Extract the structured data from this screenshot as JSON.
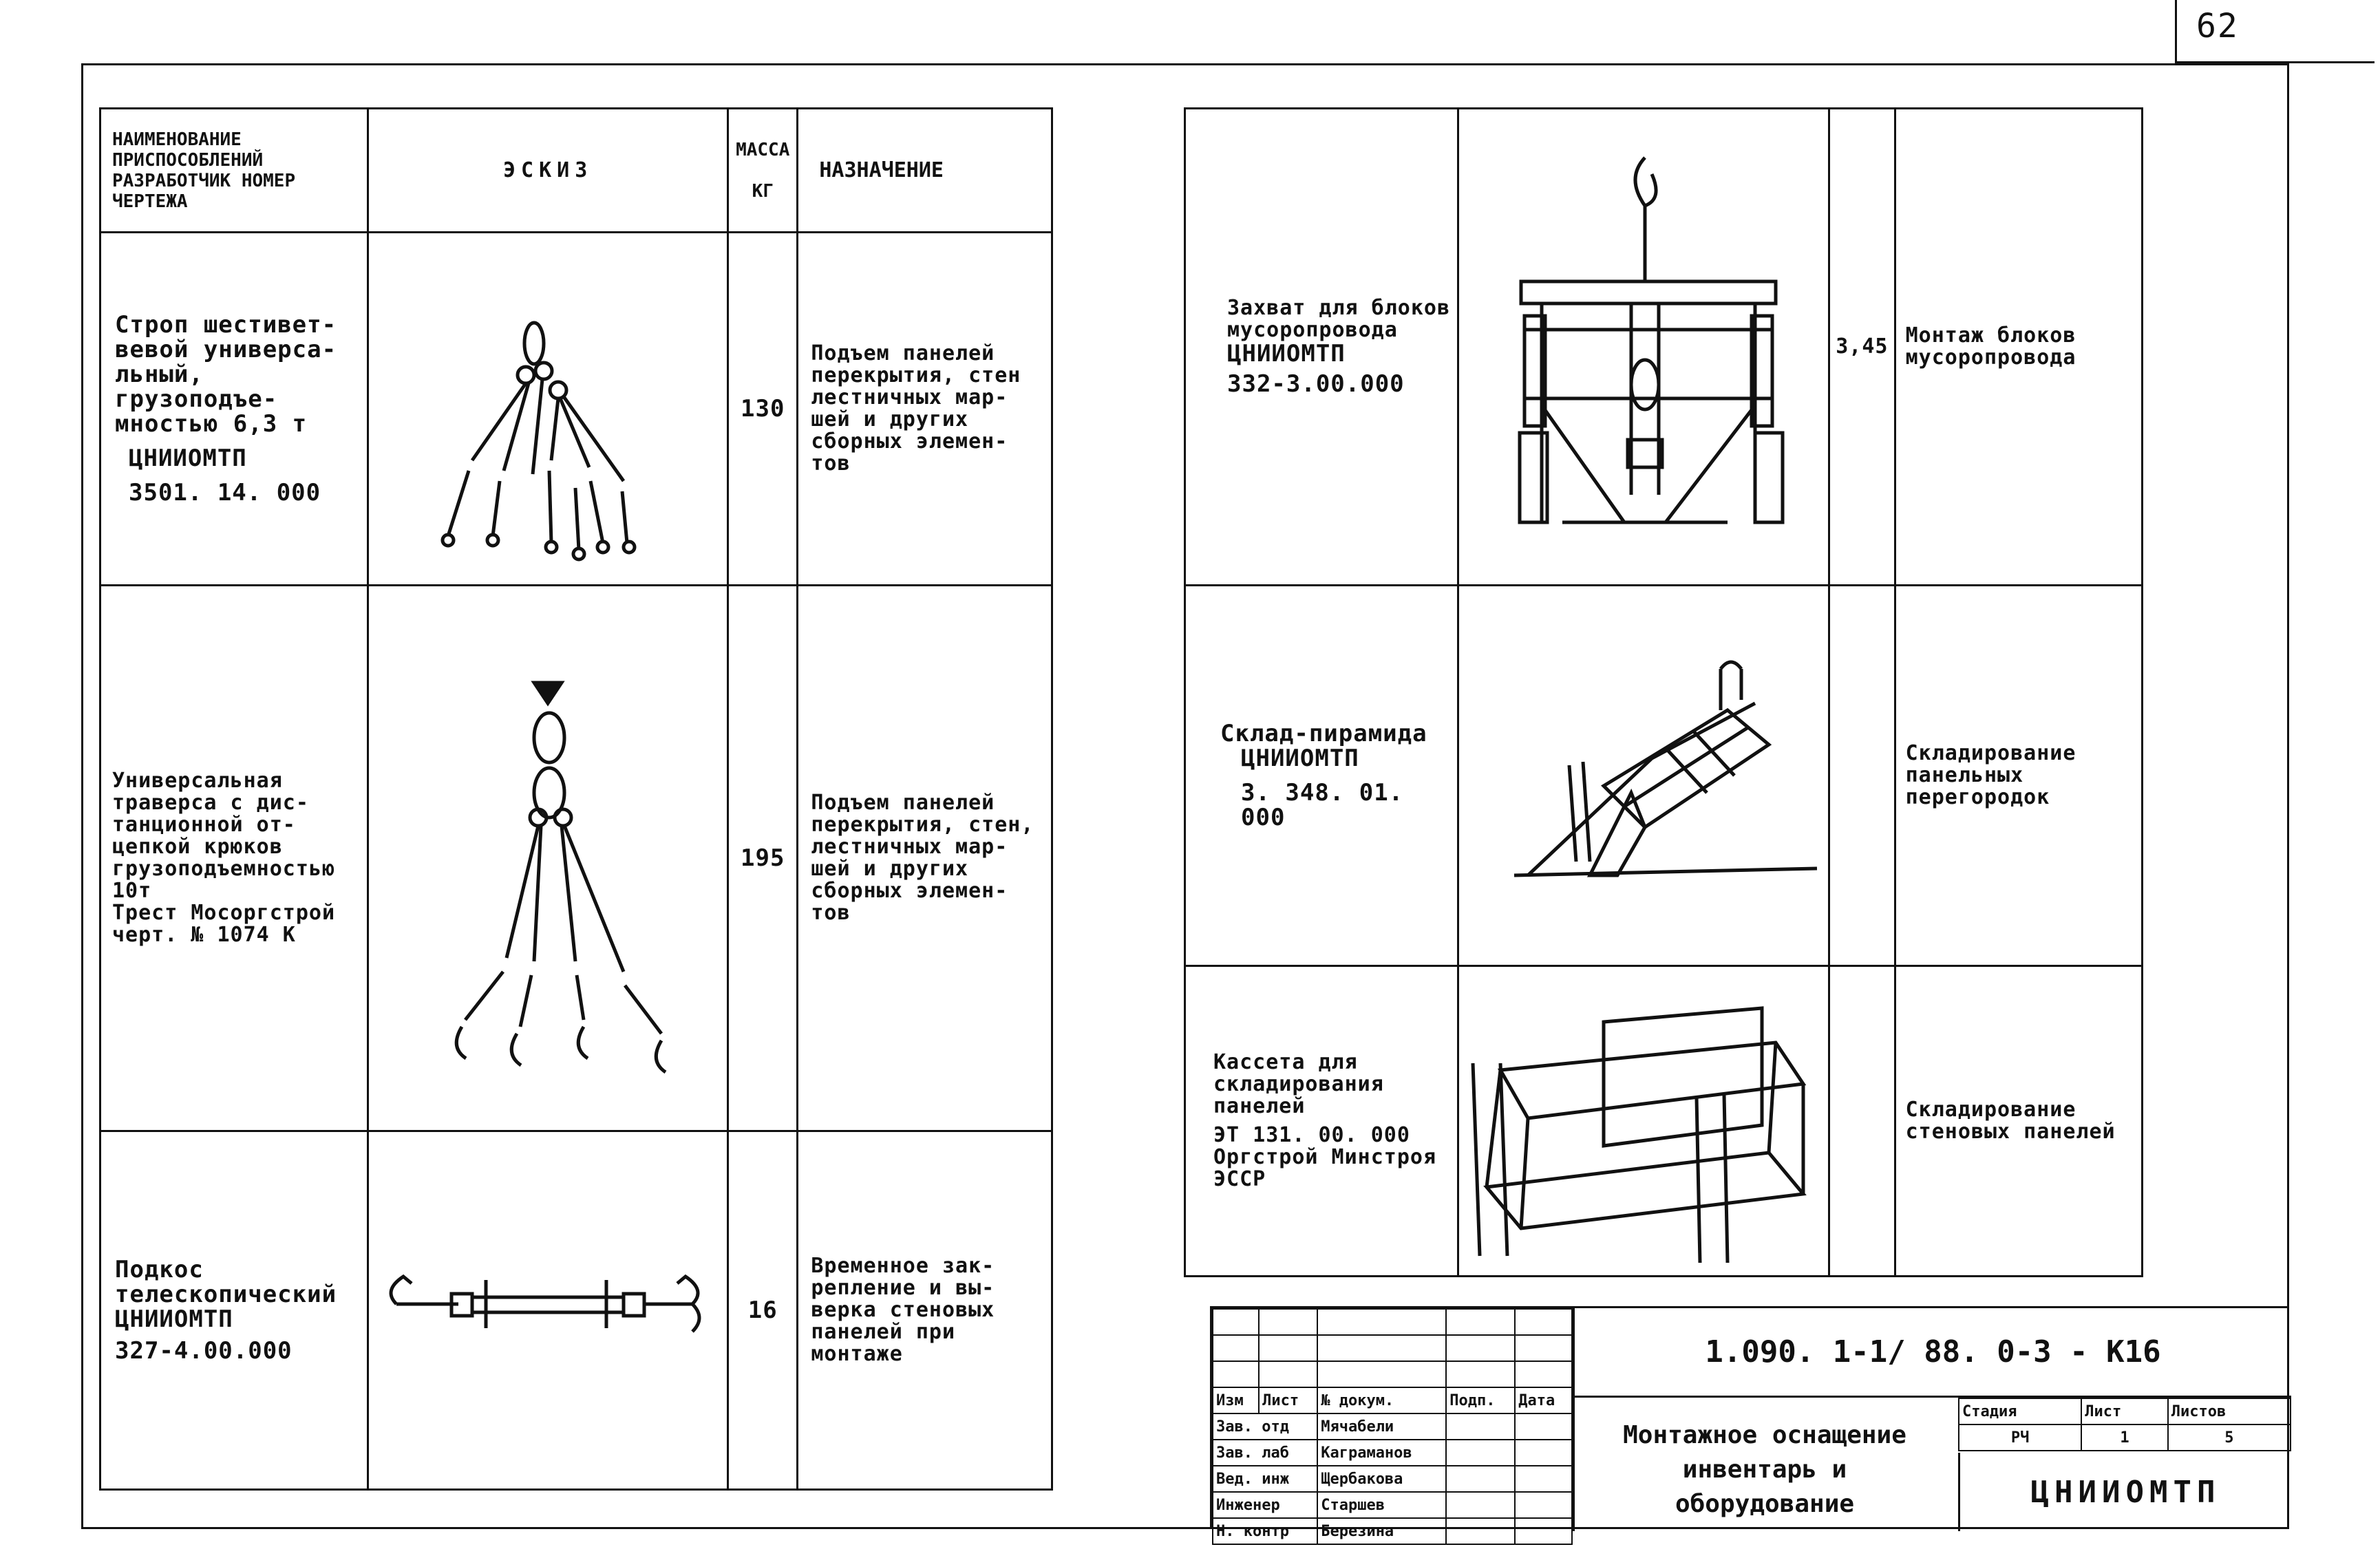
{
  "sheet": {
    "page_number": "62"
  },
  "left_table": {
    "headers": {
      "name": "НАИМЕНОВАНИЕ ПРИСПОСОБЛЕНИЙ РАЗРАБОТЧИК НОМЕР ЧЕРТЕЖА",
      "sketch": "ЭСКИЗ",
      "mass_line1": "МАССА",
      "mass_line2": "КГ",
      "purpose": "НАЗНАЧЕНИЕ"
    },
    "rows": [
      {
        "name": "Строп шестивет-вевой универса-льный, грузоподъе-мностью 6,3 т",
        "org": "ЦНИИОМТП",
        "code": "3501. 14. 000",
        "mass": "130",
        "purpose": "Подъем панелей перекрытия, стен лестничных мар-шей и других сборных элемен-тов"
      },
      {
        "name": "Универсальная траверса с дис-танционной от-цепкой крюков грузоподъемностью 10т",
        "org": "Трест Мосоргстрой",
        "code": "черт. № 1074 К",
        "mass": "195",
        "purpose": "Подъем панелей перекрытия, стен, лестничных мар-шей и других сборных элемен-тов"
      },
      {
        "name": "Подкос телескопический",
        "org": "ЦНИИОМТП",
        "code": "327-4.00.000",
        "mass": "16",
        "purpose": "Временное зак-репление и вы-верка стеновых панелей при монтаже"
      }
    ]
  },
  "right_table": {
    "rows": [
      {
        "name": "Захват для блоков мусоропровода",
        "org": "ЦНИИОМТП",
        "code": "332-3.00.000",
        "mass": "3,45",
        "purpose": "Монтаж блоков мусоропровода"
      },
      {
        "name": "Склад-пирамида",
        "org": "ЦНИИОМТП",
        "code": "3. 348. 01. 000",
        "mass": "",
        "purpose": "Складирование панельных перегородок"
      },
      {
        "name": "Кассета для складирования панелей",
        "org": "Оргстрой Минстроя ЭССР",
        "code": "ЭТ 131. 00. 000",
        "mass": "",
        "purpose": "Складирование стеновых панелей"
      }
    ]
  },
  "title_block": {
    "doc_code": "1.090. 1-1/ 88. 0-3 - К16",
    "columns": [
      "Изм",
      "Лист",
      "№ докум.",
      "Подп.",
      "Дата"
    ],
    "signers": [
      {
        "role": "Зав. отд",
        "name": "Мячабели"
      },
      {
        "role": "Зав. лаб",
        "name": "Каграманов"
      },
      {
        "role": "Вед. инж",
        "name": "Щербакова"
      },
      {
        "role": "Инженер",
        "name": "Старшев"
      },
      {
        "role": "Н. контр",
        "name": "Березина"
      }
    ],
    "title": "Монтажное оснащение инвентарь и оборудование",
    "stage_label": "Стадия",
    "sheet_label": "Лист",
    "sheets_label": "Листов",
    "stage": "РЧ",
    "sheet": "1",
    "sheets": "5",
    "organization": "ЦНИИОМТП"
  }
}
